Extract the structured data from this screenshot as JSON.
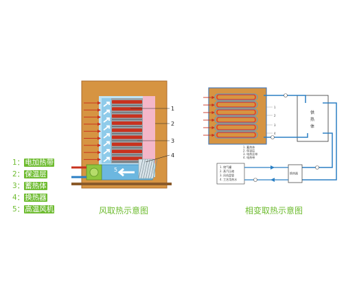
{
  "legend": [
    {
      "num": "1：",
      "text": "电加热带"
    },
    {
      "num": "2：",
      "text": "保温层"
    },
    {
      "num": "3：",
      "text": "蓄热体"
    },
    {
      "num": "4：",
      "text": "换热器"
    },
    {
      "num": "5：",
      "text": "高温风机"
    }
  ],
  "left_diagram": {
    "caption": "风取热示意图",
    "callouts": [
      "1",
      "2",
      "3",
      "4",
      "5"
    ]
  },
  "right_diagram": {
    "caption": "相变取热示意图",
    "side_marks": [
      "1",
      "2",
      "3",
      "4"
    ],
    "bottom_notes": [
      "1. 蓄热体",
      "2. 保温层",
      "3. 电热丝带",
      "4. 电热带"
    ],
    "tank_label": [
      "供",
      "热",
      "体"
    ],
    "exchanger_label": "换热器",
    "box_notes": [
      "1. 储气罐",
      "2. 蒸汽压缩",
      "3. 风机盘管",
      "4. 工艺用热水"
    ]
  },
  "colors": {
    "accent_green": "#6dbb2f",
    "insulation_orange": "#d08a3a",
    "heater_red": "#c8321e",
    "pipe_blue": "#2a7fc4",
    "air_light_blue": "#a6d8f0",
    "pink_layer": "#f4b7c9"
  }
}
